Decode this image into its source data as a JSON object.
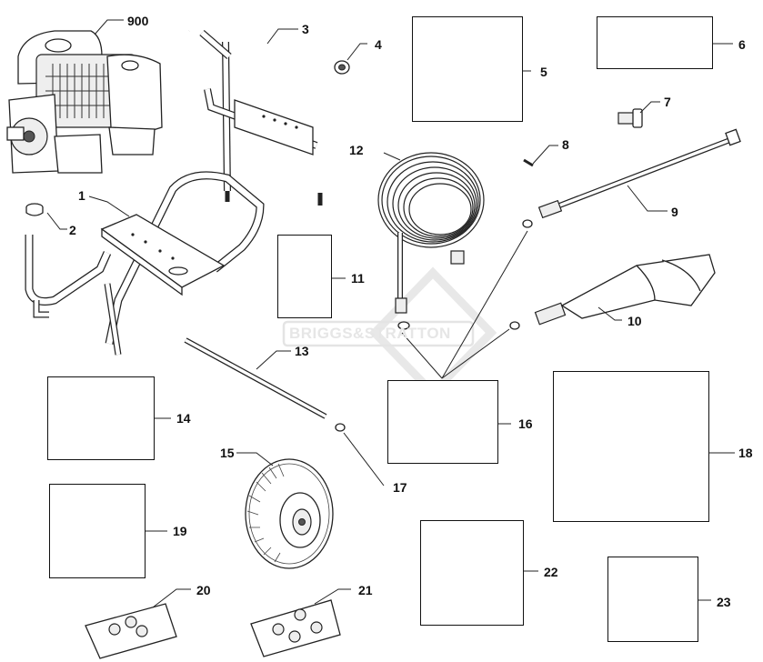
{
  "watermark": {
    "text": "BRIGGS&STRATTON"
  },
  "callouts": {
    "p900": "900",
    "p1": "1",
    "p2": "2",
    "p3": "3",
    "p4": "4",
    "p5": "5",
    "p6": "6",
    "p7": "7",
    "p8": "8",
    "p9": "9",
    "p10": "10",
    "p11": "11",
    "p12": "12",
    "p13": "13",
    "p14": "14",
    "p15": "15",
    "p16": "16",
    "p17": "17",
    "p18": "18",
    "p19": "19",
    "p20": "20",
    "p21": "21",
    "p22": "22",
    "p23": "23"
  },
  "icons": {
    "engine": "engine-icon",
    "frame": "frame-icon",
    "handle": "handle-icon",
    "hose": "hose-icon",
    "wand": "wand-icon",
    "spray_gun": "spray-gun-icon",
    "axle": "axle-icon",
    "wheel": "wheel-icon",
    "pump": "pump-icon"
  }
}
